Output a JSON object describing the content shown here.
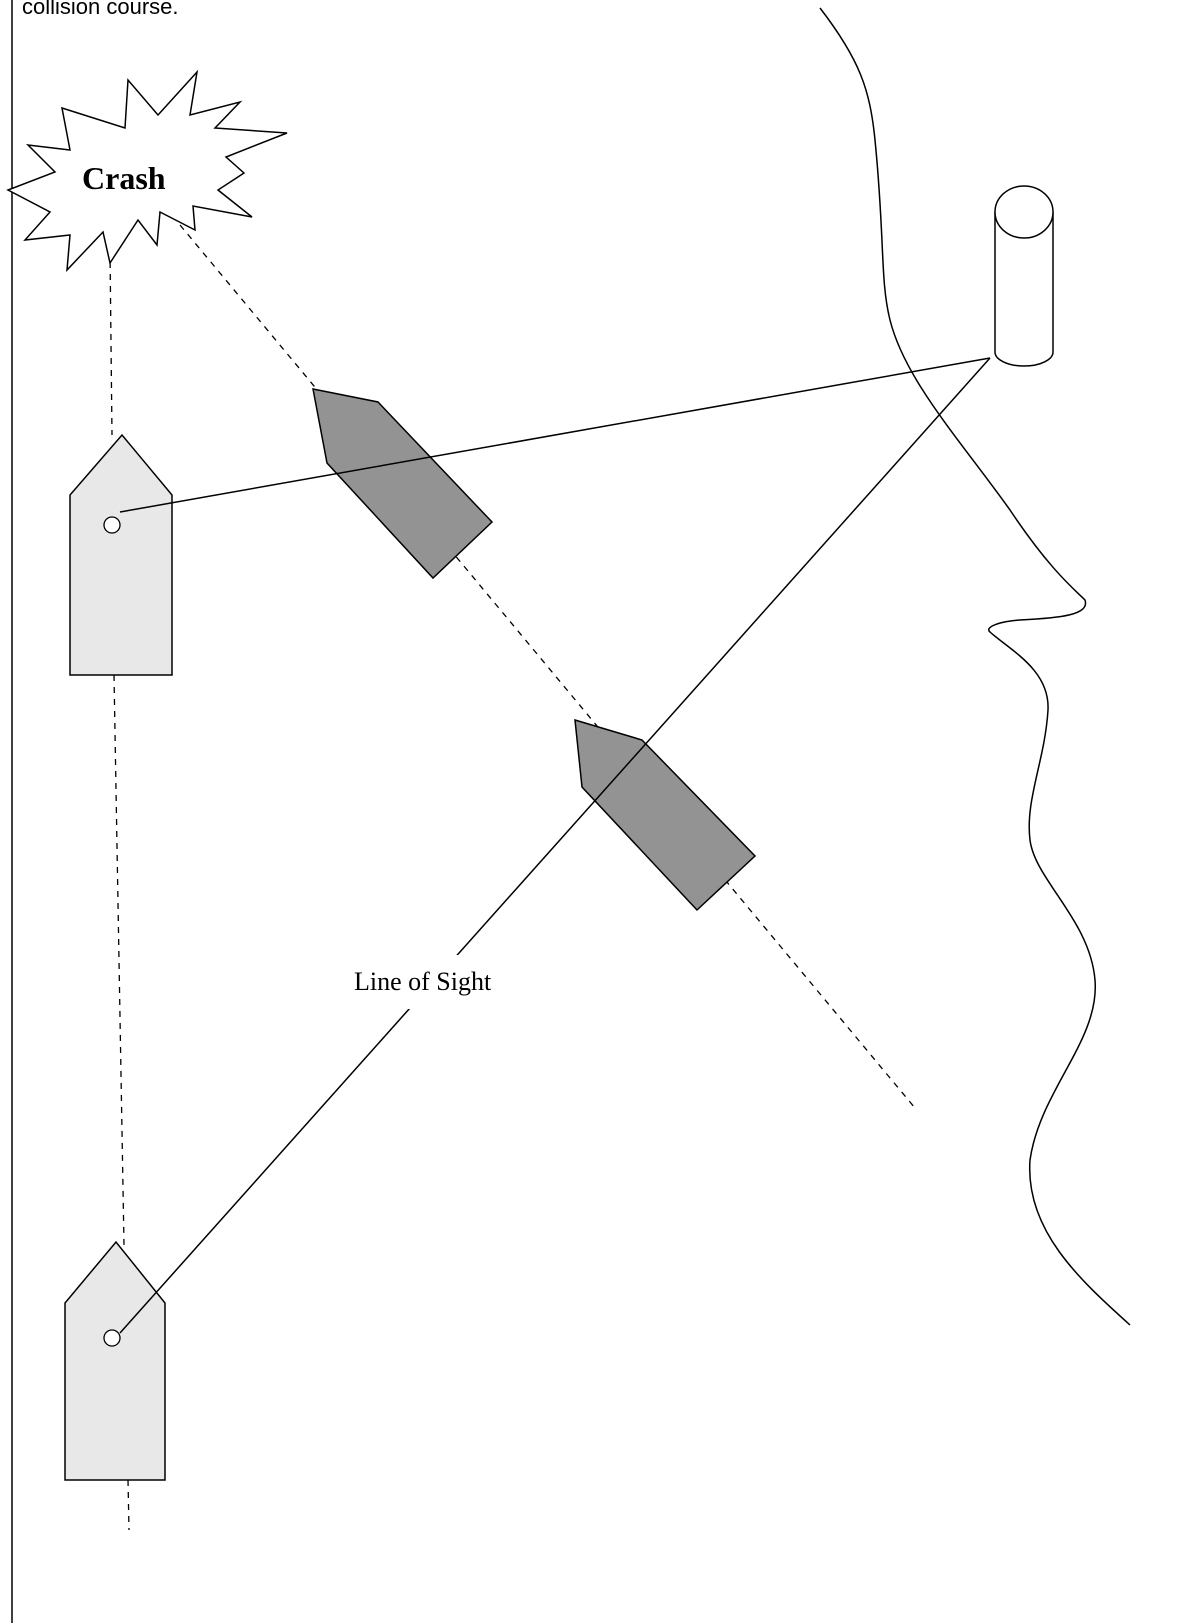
{
  "caption": {
    "text": "collision course."
  },
  "labels": {
    "crash": "Crash",
    "line_of_sight": "Line of Sight"
  },
  "colors": {
    "own_boat_fill": "#e8e8e8",
    "other_boat_fill": "#939393",
    "stroke": "#000000"
  }
}
